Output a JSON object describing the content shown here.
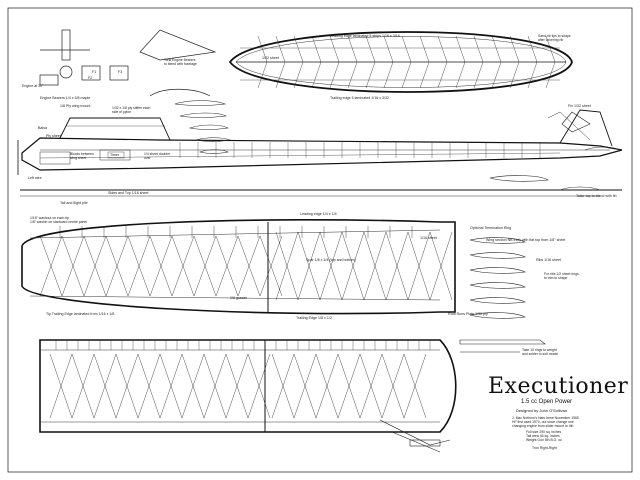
{
  "title": "Executioner",
  "subtitle": "1.5 cc Open Power",
  "designer": "Designed by John O'Sullivan",
  "history_note": "J. Mac Nothem's Nats Irene November 1965\nHF first used 1970, out since change one\nchanging engine from slider mount to 4th",
  "specs": "Full size 290 sq. inches\nTail area 46 sq. inches\nWeight Gun 5th B.O. oz.",
  "pilot": "Tron Right-Right",
  "labels": {
    "leading_edge_top": "Leading edge laminated 5 strips 1/16 x 3/16",
    "trailing_edge_top": "Trailing edge 5 laminated 1/16 x 3/32",
    "leading_edge_mid": "Leading edge 1/4 x 1/4",
    "trailing_edge_mid": "Trailing Edge 1/8 x 1/2",
    "sheet_top": "1/32 sheet",
    "fin_sheet": "Fin 1/32 sheet",
    "engine_bearers": "Engine Bearers 1/4 x 3/8 maple",
    "engine_at": "Engine at 30°",
    "wing_mount": "1/8 Ply wing mount",
    "pylon_sheet": "1/32 x 1/8 ply stiffen each\nside of pylon",
    "pylon_doubler": "1/4 sheet doubler\nover",
    "sides_top": "Sides and Top 1/16 sheet",
    "left_wire": "Left wire",
    "tail_port": "Tail and flight pile",
    "tip_trailing": "Tip Trailing Edge laminated from 1/16 x 1/8",
    "washout": "1/16\" washout on each tip\n1/8\" washin on starboard centre panel",
    "dihedral": "Wing section NB thick with flat top from 1/8\" sheet",
    "root_ribs": "Root Rons Plate 1/32 ply",
    "fuselage_grip": "Tailor top to blend with fin",
    "gussets": "1/8 gusset",
    "spar": "Spar 1/8 x 1/4 (top and bottom)",
    "tailplane_ribs": "Ribs 1/16 sheet",
    "template": "Take 10 rings to weight\nand solder to suit model",
    "rib_note": "For ribs 1/2 sheet rings\nto trim to shape",
    "dethermaliser": "Optional Termination Ring",
    "wing_joiner": "1/16 sheet",
    "f1": "F1",
    "f2": "F2",
    "f3": "F3",
    "cutout": "Tank Engine Bearers\nto blend with fuselage",
    "sand": "Sand rib tips to shape\nafter covering rib",
    "ply_sheet": "Ply sheet",
    "block_fitting": "Blocks between\nwing sheet",
    "timer": "Timer",
    "balsa": "Balsa"
  }
}
